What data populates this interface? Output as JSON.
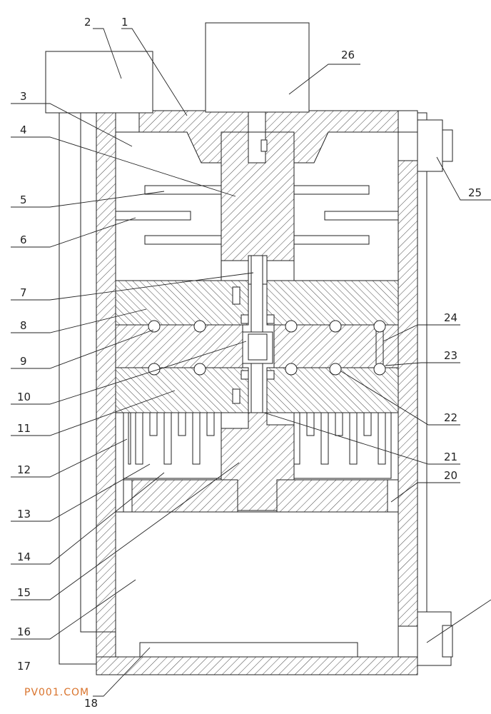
{
  "watermark": "PV001.COM",
  "labels": {
    "n1": "1",
    "n2": "2",
    "n3": "3",
    "n4": "4",
    "n5": "5",
    "n6": "6",
    "n7": "7",
    "n8": "8",
    "n9": "9",
    "n10": "10",
    "n11": "11",
    "n12": "12",
    "n13": "13",
    "n14": "14",
    "n15": "15",
    "n16": "16",
    "n17": "17",
    "n18": "18",
    "n20": "20",
    "n21": "21",
    "n22": "22",
    "n23": "23",
    "n24": "24",
    "n25": "25",
    "n26": "26"
  }
}
